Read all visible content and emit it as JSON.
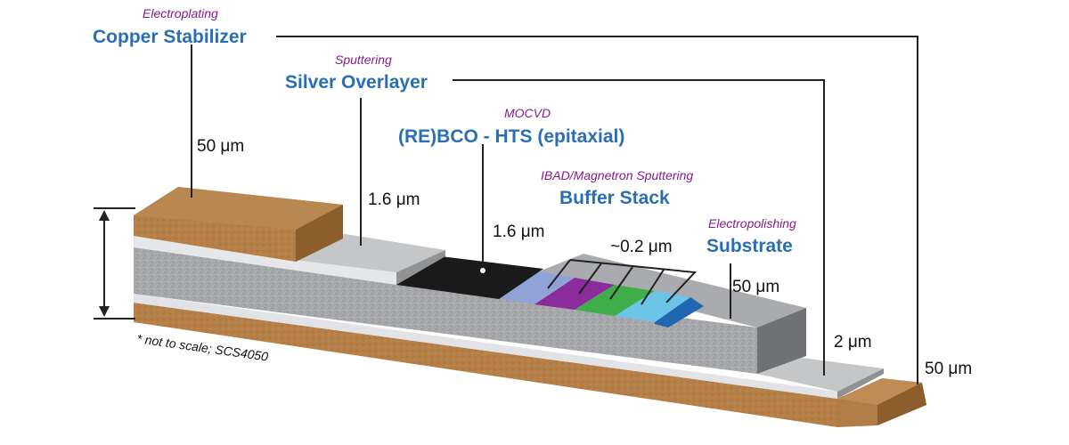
{
  "layers": [
    {
      "process": "Electroplating",
      "name": "Copper Stabilizer",
      "thickness_top": "50 μm",
      "thickness_bottom": "50 μm"
    },
    {
      "process": "Sputtering",
      "name": "Silver Overlayer",
      "thickness_top": "1.6 μm",
      "thickness_bottom": "2 μm"
    },
    {
      "process": "MOCVD",
      "name": "(RE)BCO - HTS (epitaxial)",
      "thickness": "1.6 μm"
    },
    {
      "process": "IBAD/Magnetron Sputtering",
      "name": "Buffer Stack",
      "thickness": "~0.2 μm"
    },
    {
      "process": "Electropolishing",
      "name": "Substrate",
      "thickness": "50 μm"
    }
  ],
  "note": "* not to scale; SCS4050",
  "colors": {
    "copper": "#b07d46",
    "silver": "#c4c6c8",
    "hts": "#1a1a1a",
    "substrate": "#a9abae",
    "label_blue": "#2a6fb3",
    "process_purple": "#8a1a8f",
    "buffer_1": "#8fa3d6",
    "buffer_2": "#8a2c9c",
    "buffer_3": "#3fae4a",
    "buffer_4": "#6cc4e6",
    "buffer_5": "#1f67b0"
  }
}
